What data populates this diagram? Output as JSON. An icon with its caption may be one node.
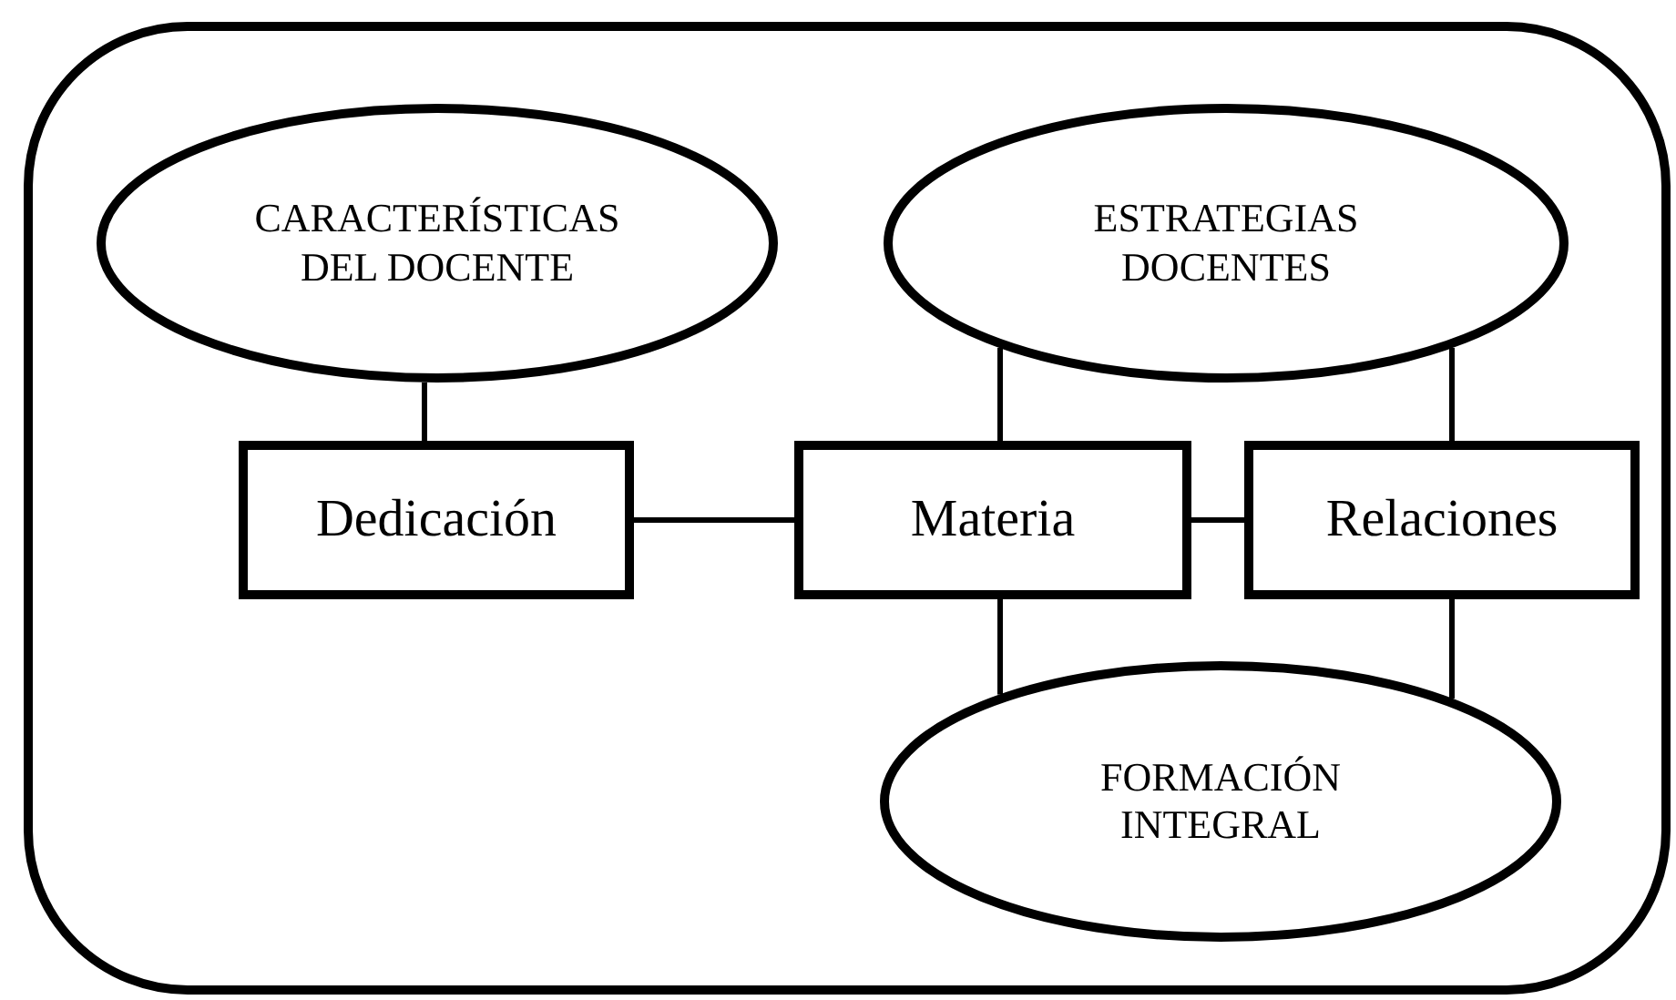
{
  "diagram": {
    "nodes": [
      {
        "text": [],
        "shape": "box"
      },
      {
        "text": [
          "CARACTERÍSTICAS DEL DOCENTE"
        ],
        "in": 0
      },
      {
        "text": [
          "ESTRATEGIAS DOCENTES"
        ],
        "in": 0
      },
      {
        "text": [
          "Dedicación"
        ],
        "in": 0
      },
      {
        "text": [
          "Materia"
        ],
        "in": 0
      },
      {
        "text": [
          "Relaciones"
        ],
        "in": 0
      },
      {
        "text": [
          "FORMACIÓN INTEGRAL"
        ],
        "in": 0
      }
    ],
    "edges": [
      {
        "from": 1,
        "to": 3,
        "arrow": "none"
      },
      {
        "from": 3,
        "to": 4,
        "arrow": "none"
      },
      {
        "from": 4,
        "to": 5,
        "arrow": "none"
      },
      {
        "from": 2,
        "to": 4,
        "arrow": "none"
      },
      {
        "from": 2,
        "to": 5,
        "arrow": "none"
      },
      {
        "from": 4,
        "to": 6,
        "arrow": "none"
      },
      {
        "from": 5,
        "to": 6,
        "arrow": "none"
      }
    ]
  }
}
